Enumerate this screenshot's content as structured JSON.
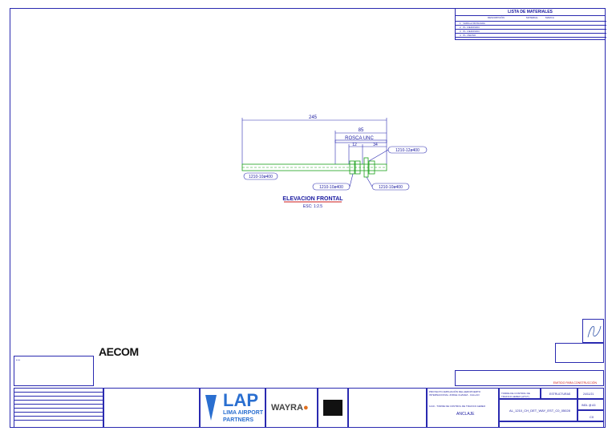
{
  "materials_table": {
    "title": "LISTA DE MATERIALES",
    "headers": [
      "DESCRIPCIÓN",
      "MATERIAL",
      "MARCA"
    ],
    "rows": [
      {
        "item": "1",
        "desc": "VARILLA ROSCADA"
      },
      {
        "item": "2",
        "desc": "PL. REDONDO"
      },
      {
        "item": "3",
        "desc": "PL. REDONDO"
      },
      {
        "item": "4",
        "desc": "PL. PERNO"
      }
    ]
  },
  "drawing": {
    "dim_total": "245",
    "dim_thread": "85",
    "thread_label": "ROSCA UNC",
    "dim_12": "12",
    "dim_34": "34",
    "tag_rod": "1210-10ø400",
    "tag_top": "1210-12ø400",
    "tag_bottom1": "1210-10ø400",
    "tag_bottom2": "1210-10ø400",
    "view_title": "ELEVACION FRONTAL",
    "view_scale": "ESC: 1:2.5"
  },
  "company": {
    "logo": "AECOM",
    "client_logo": "LAP",
    "client_sub1": "LIMA AIRPORT",
    "client_sub2": "PARTNERS",
    "contractor_logo": "WAYRA"
  },
  "title_block": {
    "project": "PROYECTO AMPLIACIÓN DEL AEROPUERTO INTERNACIONAL JORGE CHAVEZ - CALLAO",
    "subproject": "1210 - TORRE DE CONTROL DE TRAFICO AEREO",
    "drawing_title": "ANCLAJE",
    "facility": "TORRE DE CONTROL DE TRAFICO AEREO (ATCT)",
    "discipline": "ESTRUCTURAS",
    "date": "24/11/21",
    "drawing_number": "AL_1210_CH_DET_WAY_EST_C0_05028",
    "sheet_size": "INDL @ A3",
    "revision": "C0",
    "status_stamp": "EMITIDO PARA CONSTRUCCIÓN"
  },
  "colors": {
    "line": "#2a2ab0",
    "dim": "#1a1aa0",
    "green": "#1aa01a",
    "red": "#cc1a1a"
  }
}
